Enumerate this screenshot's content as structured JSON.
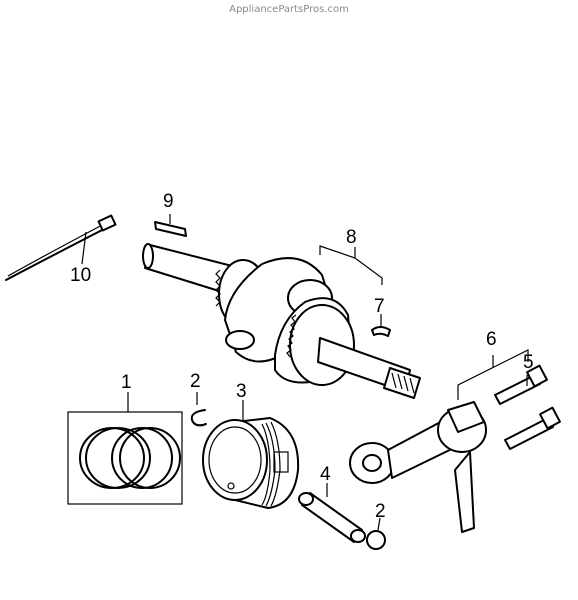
{
  "watermark": "AppliancePartsPros.com",
  "footer_code": "",
  "callouts": {
    "c1": "1",
    "c2a": "2",
    "c2b": "2",
    "c3": "3",
    "c4": "4",
    "c5": "5",
    "c6": "6",
    "c7": "7",
    "c8": "8",
    "c9": "9",
    "c10": "10"
  },
  "parts": [
    {
      "ref": "1",
      "part": "piston-ring-set"
    },
    {
      "ref": "2",
      "part": "piston-pin-clip"
    },
    {
      "ref": "3",
      "part": "piston"
    },
    {
      "ref": "4",
      "part": "piston-pin"
    },
    {
      "ref": "5",
      "part": "connecting-rod-bolt"
    },
    {
      "ref": "6",
      "part": "connecting-rod-assembly"
    },
    {
      "ref": "7",
      "part": "woodruff-key"
    },
    {
      "ref": "8",
      "part": "crankshaft-assembly"
    },
    {
      "ref": "9",
      "part": "key"
    },
    {
      "ref": "10",
      "part": "cable-tie"
    }
  ]
}
